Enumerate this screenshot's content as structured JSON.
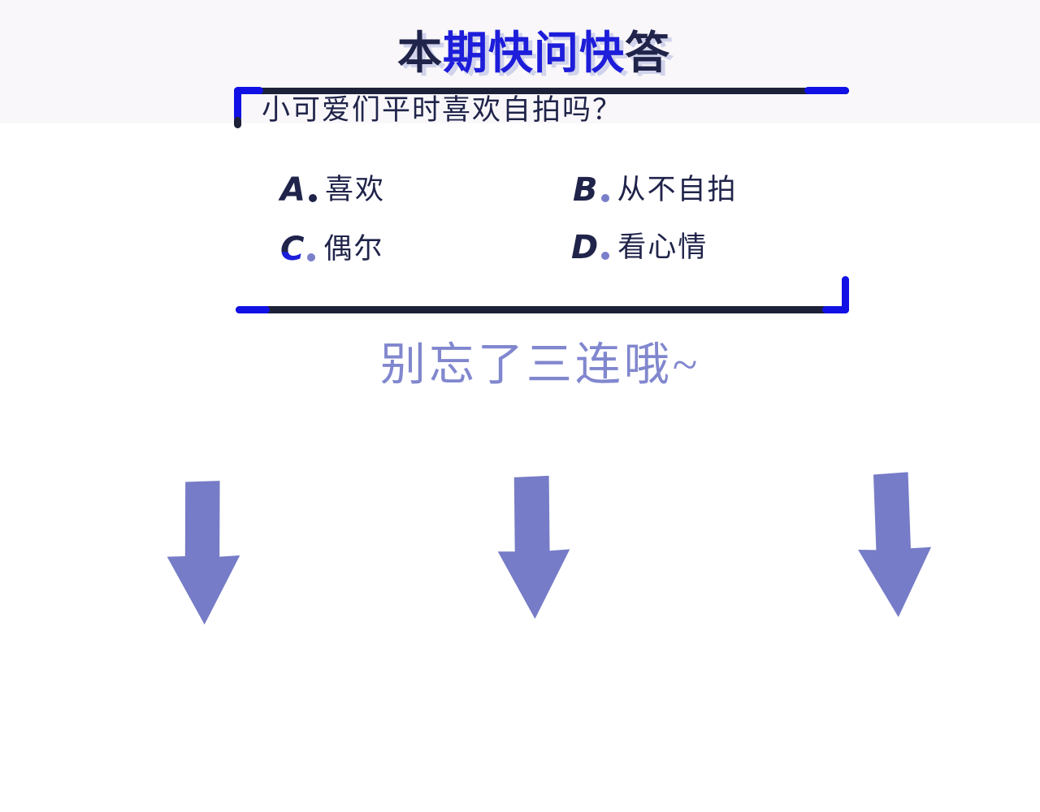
{
  "page": {
    "background": "#ffffff",
    "top_band_color": "#f9f7f9"
  },
  "title": {
    "text": "本期快问快答",
    "chars": [
      {
        "ch": "本",
        "color": "#20244a"
      },
      {
        "ch": "期",
        "color": "#1d1dda"
      },
      {
        "ch": "快",
        "color": "#1d1dda"
      },
      {
        "ch": "问",
        "color": "#1d1dda"
      },
      {
        "ch": "快",
        "color": "#1d1dda"
      },
      {
        "ch": "答",
        "color": "#20244a"
      }
    ]
  },
  "question_box": {
    "question": "小可爱们平时喜欢自拍吗？",
    "text_color": "#20244a",
    "border_dark": "#1d2138",
    "border_blue": "#1111e6",
    "options": [
      {
        "letter": "A",
        "letter_color": "#20244a",
        "dot_color": "#20244a",
        "text": "喜欢"
      },
      {
        "letter": "B",
        "letter_color": "#20244a",
        "dot_color": "#7a7fca",
        "text": "从不自拍"
      },
      {
        "letter": "C",
        "letter_color": "#20244a",
        "letter_accent": "#1d1dda",
        "dot_color": "#7a7fca",
        "text": "偶尔"
      },
      {
        "letter": "D",
        "letter_color": "#20244a",
        "dot_color": "#7a7fca",
        "text": "看心情"
      }
    ]
  },
  "footer": {
    "reminder": "别忘了三连哦~",
    "color": "#8187ce"
  },
  "arrows": {
    "color": "#767cc7",
    "count": 3,
    "direction": "down"
  }
}
